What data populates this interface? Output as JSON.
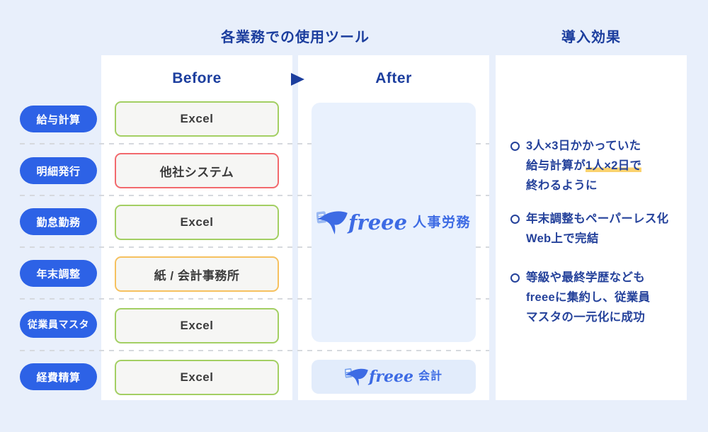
{
  "titles": {
    "tools": "各業務での使用ツール",
    "effects": "導入効果",
    "before": "Before",
    "after": "After"
  },
  "tasks": [
    "給与計算",
    "明細発行",
    "勤怠勤務",
    "年末調整",
    "従業員マスタ",
    "経費精算"
  ],
  "before_tools": [
    {
      "label": "Excel",
      "status": "green"
    },
    {
      "label": "他社システム",
      "status": "red"
    },
    {
      "label": "Excel",
      "status": "green"
    },
    {
      "label": "紙 / 会計事務所",
      "status": "orange"
    },
    {
      "label": "Excel",
      "status": "green"
    },
    {
      "label": "Excel",
      "status": "green"
    }
  ],
  "after_tools": {
    "hr": {
      "brand": "freee",
      "product": "人事労務"
    },
    "accounting": {
      "brand": "freee",
      "product": "会計"
    }
  },
  "effects": [
    {
      "line1": "3人×3日かかっていた",
      "line2_prefix": "給与計算が",
      "line2_highlight": "1人×2日で",
      "line3": "終わるように"
    },
    {
      "line1": "年末調整もペーパーレス化",
      "line2": "Web上で完結"
    },
    {
      "line1": "等級や最終学歴なども",
      "line2": "freeeに集約し、従業員",
      "line3": "マスタの一元化に成功"
    }
  ],
  "colors": {
    "background": "#e8effb",
    "navy": "#1c3e9e",
    "pill_blue": "#2d62e6",
    "freee_blue": "#3d6be4",
    "excel_border": "#a3cf63",
    "other_system_border": "#f2696d",
    "paper_border": "#f6c15f",
    "highlight": "#fbd26e"
  }
}
